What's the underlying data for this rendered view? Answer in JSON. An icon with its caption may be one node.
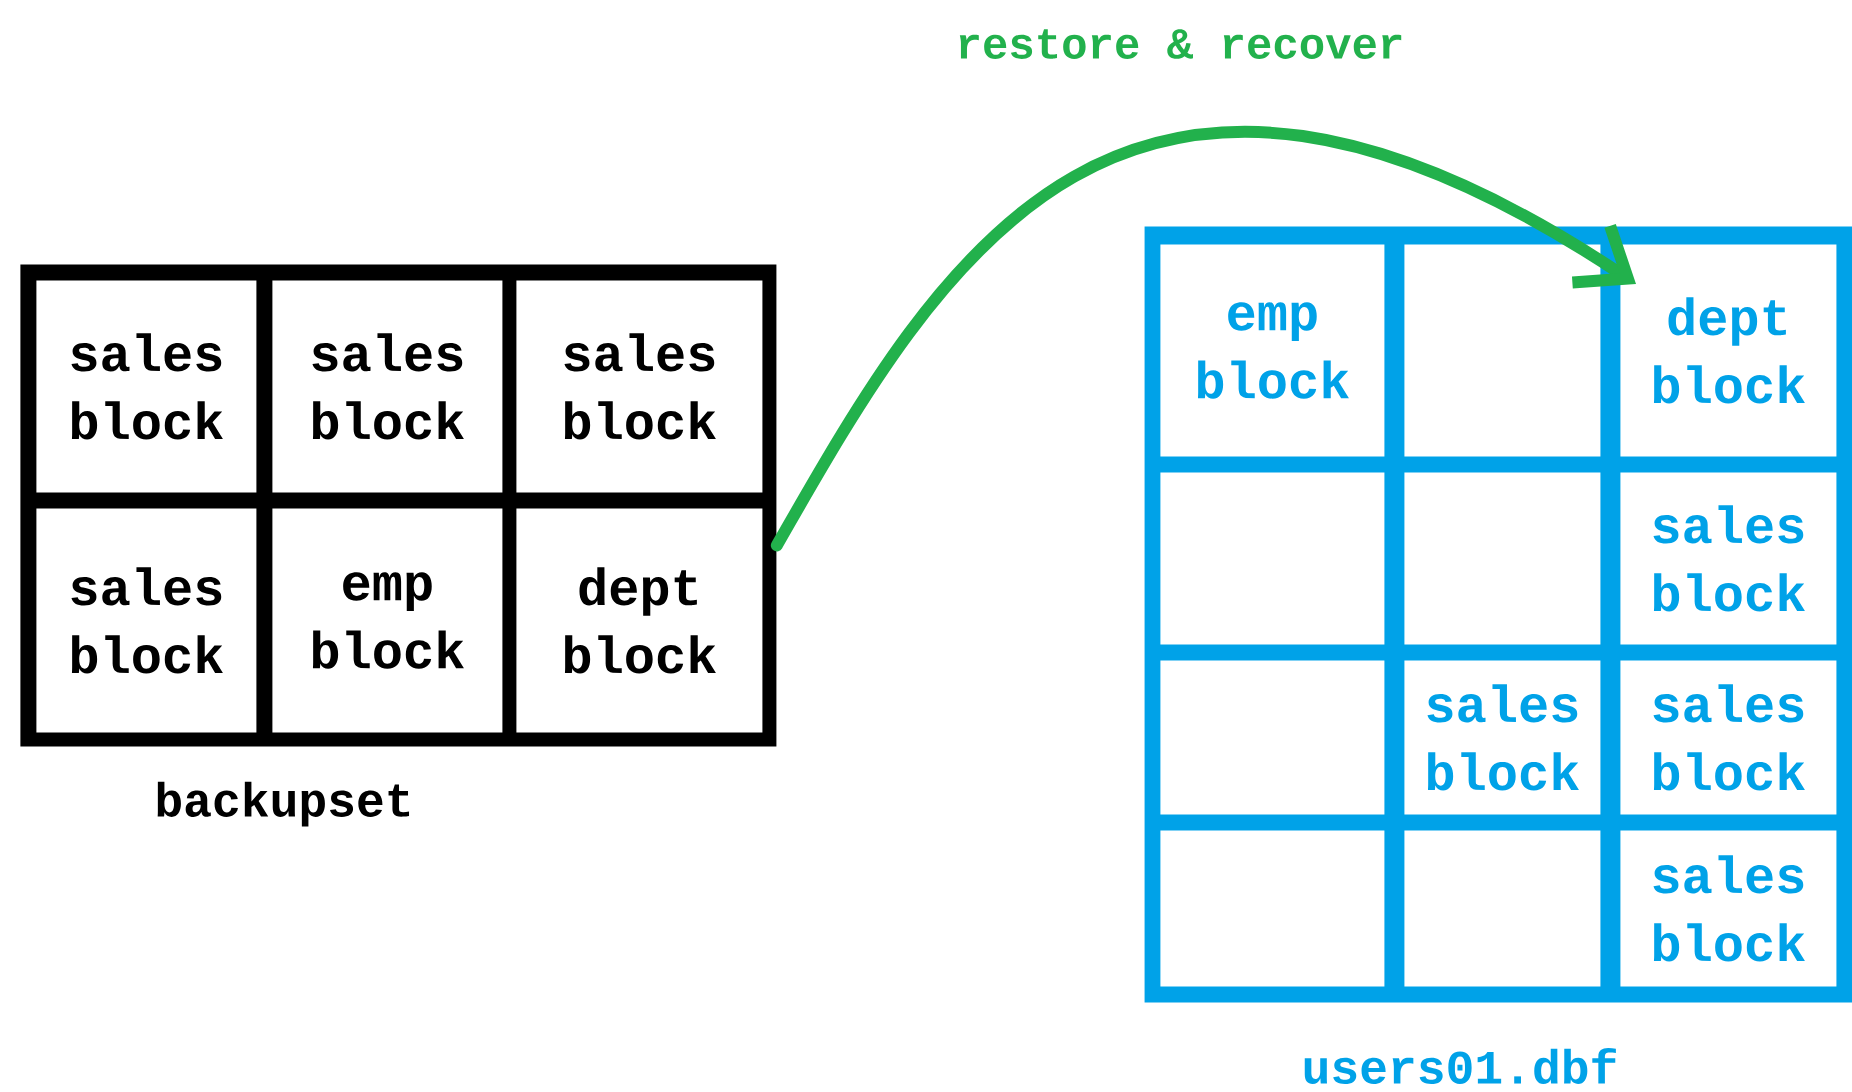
{
  "diagram": {
    "nodes": [
      {
        "text": [
          "backupset"
        ]
      },
      {
        "text": [
          "sales block"
        ],
        "in": 0
      },
      {
        "text": [
          "sales block"
        ],
        "in": 0
      },
      {
        "text": [
          "sales block"
        ],
        "in": 0
      },
      {
        "text": [
          "sales block"
        ],
        "in": 0
      },
      {
        "text": [
          "emp block"
        ],
        "in": 0
      },
      {
        "text": [
          "dept block"
        ],
        "in": 0
      },
      {
        "text": [
          "users01.dbf"
        ]
      },
      {
        "text": [
          "emp block"
        ],
        "in": 7
      },
      {
        "text": [],
        "shape": "box",
        "in": 7
      },
      {
        "text": [
          "dept block"
        ],
        "in": 7
      },
      {
        "text": [],
        "shape": "box",
        "in": 7
      },
      {
        "text": [],
        "shape": "box",
        "in": 7
      },
      {
        "text": [
          "sales block"
        ],
        "in": 7
      },
      {
        "text": [],
        "shape": "box",
        "in": 7
      },
      {
        "text": [
          "sales block"
        ],
        "in": 7
      },
      {
        "text": [
          "sales block"
        ],
        "in": 7
      },
      {
        "text": [],
        "shape": "box",
        "in": 7
      },
      {
        "text": [],
        "shape": "box",
        "in": 7
      },
      {
        "text": [
          "sales block"
        ],
        "in": 7
      }
    ],
    "edges": [
      {
        "from": 0,
        "to": 10,
        "arrow": "to",
        "label": "restore & recover"
      }
    ]
  }
}
